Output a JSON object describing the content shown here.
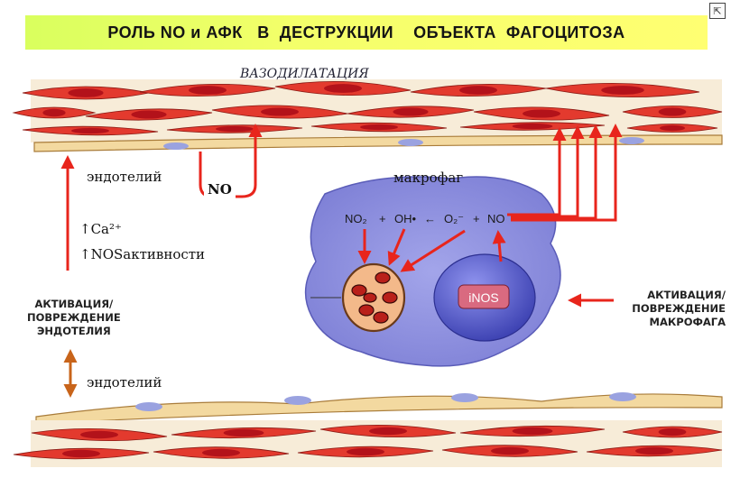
{
  "title": "РОЛЬ NO и АФК   В  ДЕСТРУКЦИИ    ОБЪЕКТА  ФАГОЦИТОЗА",
  "corner_icon": "cursor-icon",
  "labels": {
    "vasodilation": "ВАЗОДИЛАТАЦИЯ",
    "endothelium_top": "эндотелий",
    "no_label": "NO",
    "macrophage": "макрофаг",
    "ca": "↑Ca²⁺",
    "nos_activity": "↑NOSактивности",
    "endothelium_bottom": "эндотелий",
    "inos": "iNOS",
    "reaction": {
      "no2": "NO₂",
      "plus1": "+",
      "oh": "OH•",
      "arrow": "←",
      "o2": "O₂⁻",
      "plus2": "+",
      "no": "NO"
    }
  },
  "captions": {
    "left": [
      "АКТИВАЦИЯ/",
      "ПОВРЕЖДЕНИЕ",
      "ЭНДОТЕЛИЯ"
    ],
    "right": [
      "АКТИВАЦИЯ/",
      "ПОВРЕЖДЕНИЕ",
      "МАКРОФАГА"
    ]
  },
  "colors": {
    "muscle_cell": "#e33a2e",
    "muscle_nucleus": "#b3121a",
    "membrane": "#f3d9a0",
    "endo_nucleus": "#9aa2e0",
    "macrophage": "#8d8fdf",
    "inos_nucleus": "#4f54c8",
    "phagosome": "#f3b98a",
    "arrow_red": "#e8251c",
    "arrow_orange": "#c8641a"
  }
}
